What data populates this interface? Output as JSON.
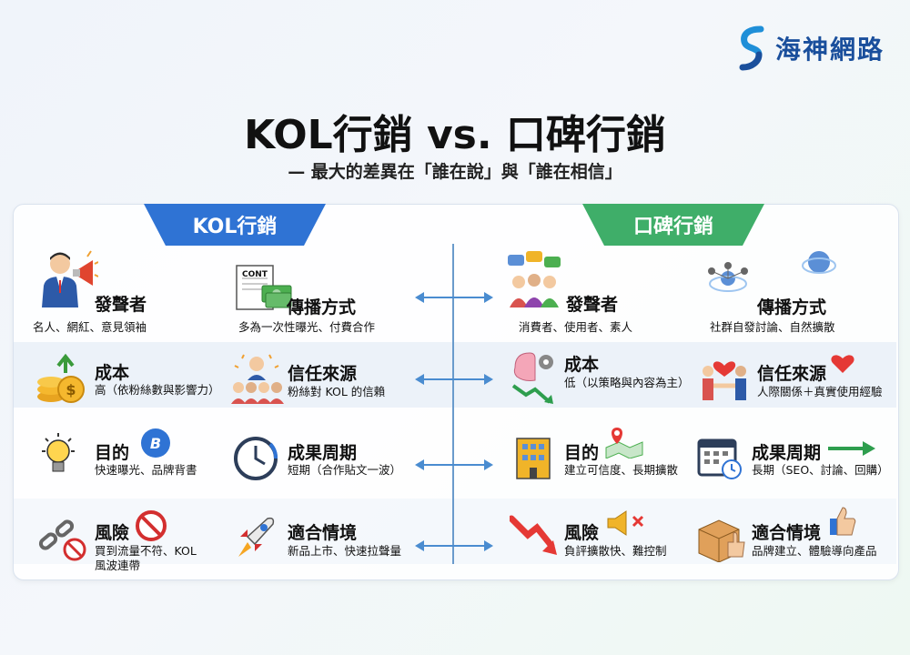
{
  "brand": {
    "name": "海神網路"
  },
  "title": "KOL行銷 vs. 口碑行銷",
  "subtitle": "— 最大的差異在「誰在說」與「誰在相信」",
  "kol": {
    "tab": "KOL行銷",
    "speaker": {
      "label": "發聲者",
      "desc": "名人、網紅、意見領袖"
    },
    "spread": {
      "label": "傳播方式",
      "desc": "多為一次性曝光、付費合作",
      "icon_text": "CONT"
    },
    "cost": {
      "label": "成本",
      "desc": "高（依粉絲數與影響力）"
    },
    "trust": {
      "label": "信任來源",
      "desc": "粉絲對 KOL 的信賴"
    },
    "goal": {
      "label": "目的",
      "desc": "快速曝光、品牌背書"
    },
    "cycle": {
      "label": "成果周期",
      "desc": "短期（合作貼文一波）"
    },
    "risk": {
      "label": "風險",
      "desc_line1": "買到流量不符、KOL",
      "desc_line2": "風波連帶"
    },
    "fit": {
      "label": "適合情境",
      "desc": "新品上市、快速拉聲量"
    }
  },
  "wom": {
    "tab": "口碑行銷",
    "speaker": {
      "label": "發聲者",
      "desc": "消費者、使用者、素人"
    },
    "spread": {
      "label": "傳播方式",
      "desc": "社群自發討論、自然擴散"
    },
    "cost": {
      "label": "成本",
      "desc": "低（以策略與內容為主）"
    },
    "trust": {
      "label": "信任來源",
      "desc": "人際關係＋真實使用經驗"
    },
    "goal": {
      "label": "目的",
      "desc": "建立可信度、長期擴散"
    },
    "cycle": {
      "label": "成果周期",
      "desc": "長期（SEO、討論、回購）"
    },
    "risk": {
      "label": "風險",
      "desc": "負評擴散快、難控制"
    },
    "fit": {
      "label": "適合情境",
      "desc": "品牌建立、體驗導向產品"
    }
  },
  "icons": [
    "megaphone-person-icon",
    "contract-money-icon",
    "coins-arrow-icon",
    "crowd-icon",
    "lightbulb-icon",
    "brand-logo-icon",
    "clock-icon",
    "rocket-icon",
    "chain-icon",
    "no-sign-icon",
    "chat-people-icon",
    "network-icon",
    "brain-gear-icon",
    "handshake-heart-icon",
    "building-icon",
    "map-pin-icon",
    "calendar-icon",
    "right-arrow-icon",
    "down-trend-icon",
    "mute-speaker-icon",
    "box-thumbs-up-icon"
  ],
  "colors": {
    "kol": "#2f73d4",
    "wom": "#3fae69",
    "brand": "#1a4f9c",
    "divider": "#6a9bcc"
  }
}
